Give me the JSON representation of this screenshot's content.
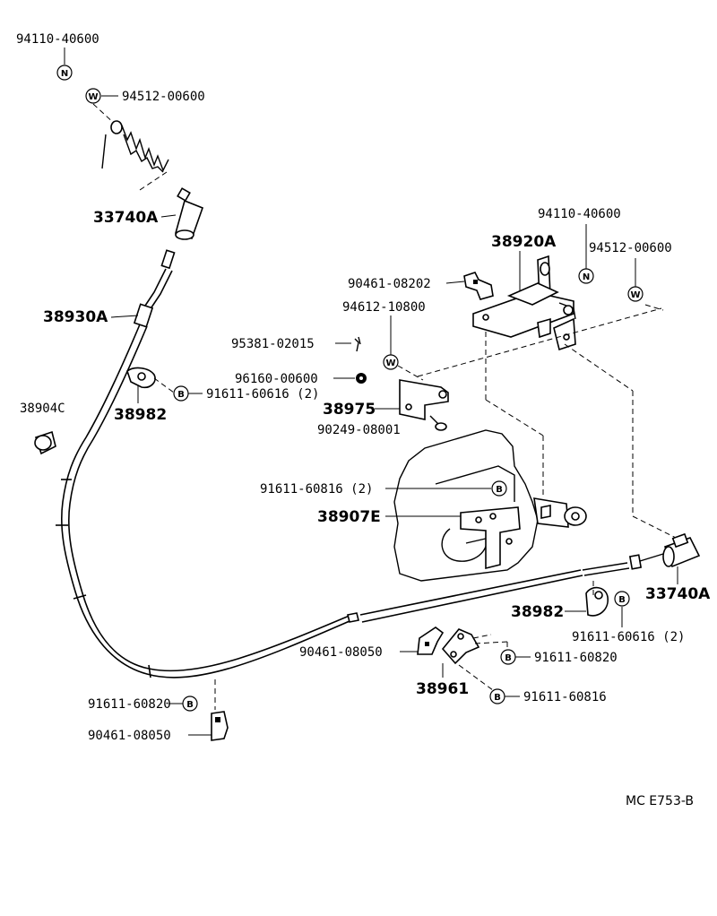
{
  "labels": {
    "p94110_top": "94110-40600",
    "p94512_top": "94512-00600",
    "p33740A_top": "33740A",
    "p38930A": "38930A",
    "p38904C": "38904C",
    "p38982_left": "38982",
    "p91611_60616_left": "91611-60616 (2)",
    "p94110_right": "94110-40600",
    "p38920A": "38920A",
    "p94512_right": "94512-00600",
    "p90461_08202": "90461-08202",
    "p94612_10800": "94612-10800",
    "p95381_02015": "95381-02015",
    "p96160_00600": "96160-00600",
    "p38975": "38975",
    "p90249_08001": "90249-08001",
    "p91611_60816_a": "91611-60816 (2)",
    "p38907E": "38907E",
    "p33740A_right": "33740A",
    "p38982_right": "38982",
    "p91611_60616_right": "91611-60616 (2)",
    "p90461_08050_mid": "90461-08050",
    "p91611_60820_mid": "91611-60820",
    "p38961": "38961",
    "p91611_60816_b": "91611-60816",
    "p91611_60820_left": "91611-60820",
    "p90461_08050_left": "90461-08050"
  },
  "symbols": {
    "n": "N",
    "w": "W",
    "b": "B"
  },
  "footer": "MC E753-B"
}
